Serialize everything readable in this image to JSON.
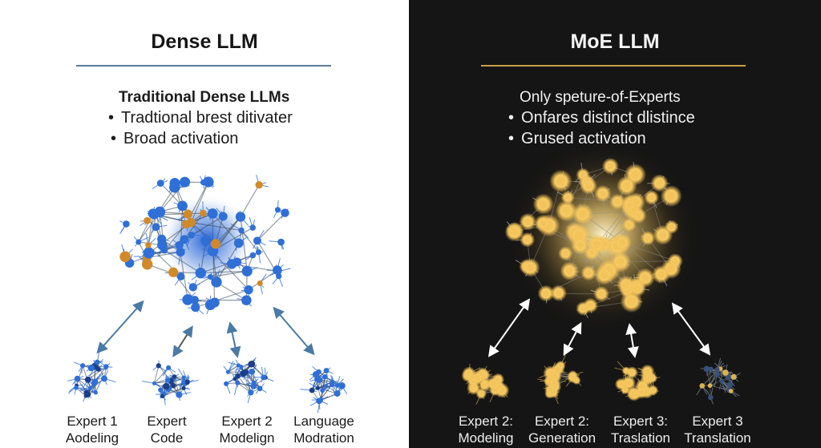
{
  "left": {
    "title": "Dense LLM",
    "subtitle": "Traditional Dense LLMs",
    "bullets": [
      "Tradtional brest ditivater",
      "Broad activation"
    ],
    "experts": [
      {
        "line1": "Expert 1",
        "line2": "Aodeling"
      },
      {
        "line1": "Expert",
        "line2": "Code"
      },
      {
        "line1": "Expert 2",
        "line2": "Modelign"
      },
      {
        "line1": "Language",
        "line2": "Modration"
      }
    ],
    "colors": {
      "node": "#2f6fd6",
      "node_alt": "#d08a2a",
      "edge": "#3b4a5e",
      "arrow": "#4a7aa5"
    }
  },
  "right": {
    "title": "MoE LLM",
    "subtitle": "Only speture-of-Experts",
    "bullets": [
      "Onfares distinct dlistince",
      "Grused activation"
    ],
    "experts": [
      {
        "line1": "Expert 2:",
        "line2": "Modeling"
      },
      {
        "line1": "Expert 2:",
        "line2": "Generation"
      },
      {
        "line1": "Expert 3:",
        "line2": "Traslation"
      },
      {
        "line1": "Expert 3",
        "line2": "Translation"
      }
    ],
    "colors": {
      "node": "#f3c45a",
      "glow": "#ffe9a8",
      "edge": "#8a8a8a",
      "arrow": "#ffffff"
    }
  }
}
